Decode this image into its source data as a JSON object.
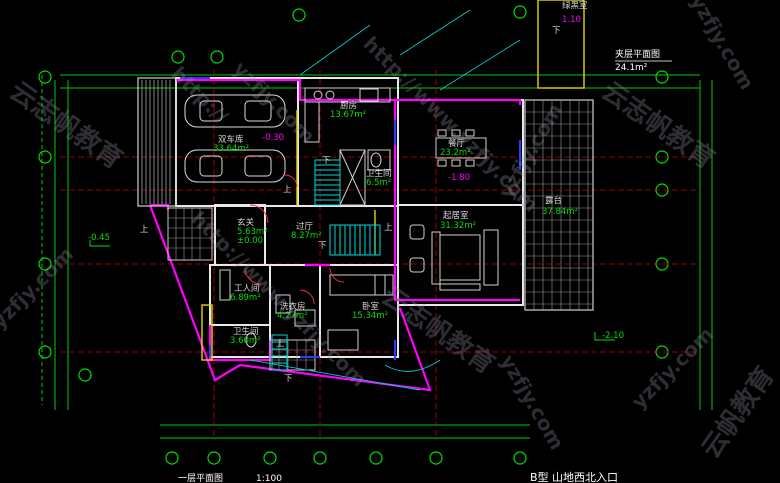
{
  "drawing": {
    "mezzanine_plan_label": "夹层平面图",
    "mezzanine_area": "24.1m²",
    "ground_plan_label": "一层平面图",
    "scale": "1:100",
    "type_label": "B型   山地西北入口"
  },
  "rooms": {
    "green_room": {
      "name": "绿黑室",
      "area": "1.10"
    },
    "garage": {
      "name": "双车库",
      "area": "33.64m²",
      "level": "-0.30"
    },
    "kitchen": {
      "name": "厨房",
      "area": "13.67m²"
    },
    "dining": {
      "name": "餐厅",
      "area": "23.2m²",
      "level": "-1.80"
    },
    "bathroom": {
      "name": "卫生间",
      "area": "6.5m²"
    },
    "terrace": {
      "name": "露台",
      "area": "37.84m²"
    },
    "foyer": {
      "name": "玄关",
      "area": "5.63m²",
      "level": "±0.00"
    },
    "hall": {
      "name": "过厅",
      "area": "8.27m²"
    },
    "living": {
      "name": "起居室",
      "area": "31.32m²"
    },
    "worker": {
      "name": "工人间",
      "area": "6.89m²"
    },
    "laundry": {
      "name": "洗衣房",
      "area": "4.27m²"
    },
    "bedroom": {
      "name": "卧室",
      "area": "15.34m²"
    },
    "wc": {
      "name": "卫生间",
      "area": "3.60m²"
    }
  },
  "levels": {
    "outside_west": "-0.45",
    "outside_east": "-2.10"
  },
  "markers": {
    "up": "上",
    "down": "下"
  },
  "watermarks": {
    "url1": "http://",
    "url2": "yzfjy.com",
    "url3": "http://www.yzfjy.com",
    "brand": "云志帆教育",
    "brand2": "云帆教育"
  }
}
